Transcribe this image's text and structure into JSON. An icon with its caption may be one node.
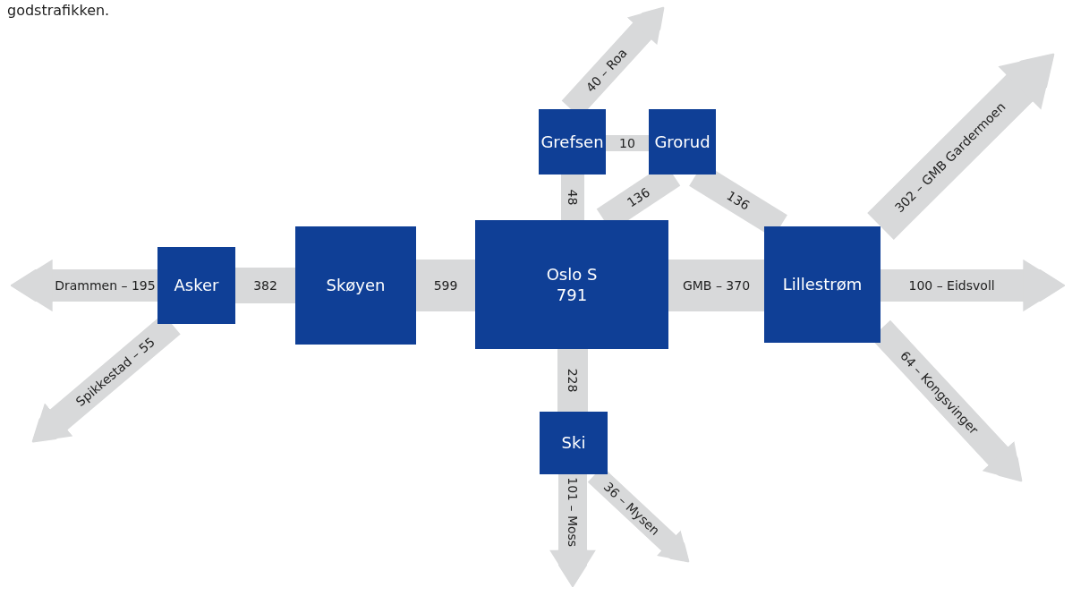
{
  "diagram": {
    "nodes": [
      {
        "text": [
          "Asker"
        ]
      },
      {
        "text": [
          "Skøyen"
        ]
      },
      {
        "text": [
          "Oslo S",
          "791"
        ]
      },
      {
        "text": [
          "Grefsen"
        ]
      },
      {
        "text": [
          "Grorud"
        ]
      },
      {
        "text": [
          "Lillestrøm"
        ]
      },
      {
        "text": [
          "Ski"
        ]
      }
    ],
    "edges": [
      {
        "from": 0,
        "to": null,
        "arrow": "to",
        "label": "Drammen – 195"
      },
      {
        "from": 0,
        "to": null,
        "arrow": "to",
        "label": "Spikkestad – 55"
      },
      {
        "from": 0,
        "to": 1,
        "arrow": "none",
        "label": "382"
      },
      {
        "from": 1,
        "to": 2,
        "arrow": "none",
        "label": "599",
        "style": "thick"
      },
      {
        "from": 3,
        "to": 4,
        "arrow": "none",
        "label": "10"
      },
      {
        "from": 3,
        "to": null,
        "arrow": "to",
        "label": "40 – Roa"
      },
      {
        "from": 3,
        "to": 2,
        "arrow": "none",
        "label": "48"
      },
      {
        "from": 2,
        "to": 4,
        "arrow": "none",
        "label": "136"
      },
      {
        "from": 4,
        "to": 5,
        "arrow": "none",
        "label": "136"
      },
      {
        "from": 2,
        "to": 5,
        "arrow": "none",
        "label": "GMB – 370",
        "style": "thick"
      },
      {
        "from": 5,
        "to": null,
        "arrow": "to",
        "label": "302 – GMB Gardermoen"
      },
      {
        "from": 5,
        "to": null,
        "arrow": "to",
        "label": "100 – Eidsvoll"
      },
      {
        "from": 5,
        "to": null,
        "arrow": "to",
        "label": "64 – Kongsvinger"
      },
      {
        "from": 2,
        "to": 6,
        "arrow": "none",
        "label": "228"
      },
      {
        "from": 6,
        "to": null,
        "arrow": "to",
        "label": "101 – Moss"
      },
      {
        "from": 6,
        "to": null,
        "arrow": "to",
        "label": "36 – Mysen"
      }
    ],
    "labels": [
      "godstrafikken."
    ]
  }
}
